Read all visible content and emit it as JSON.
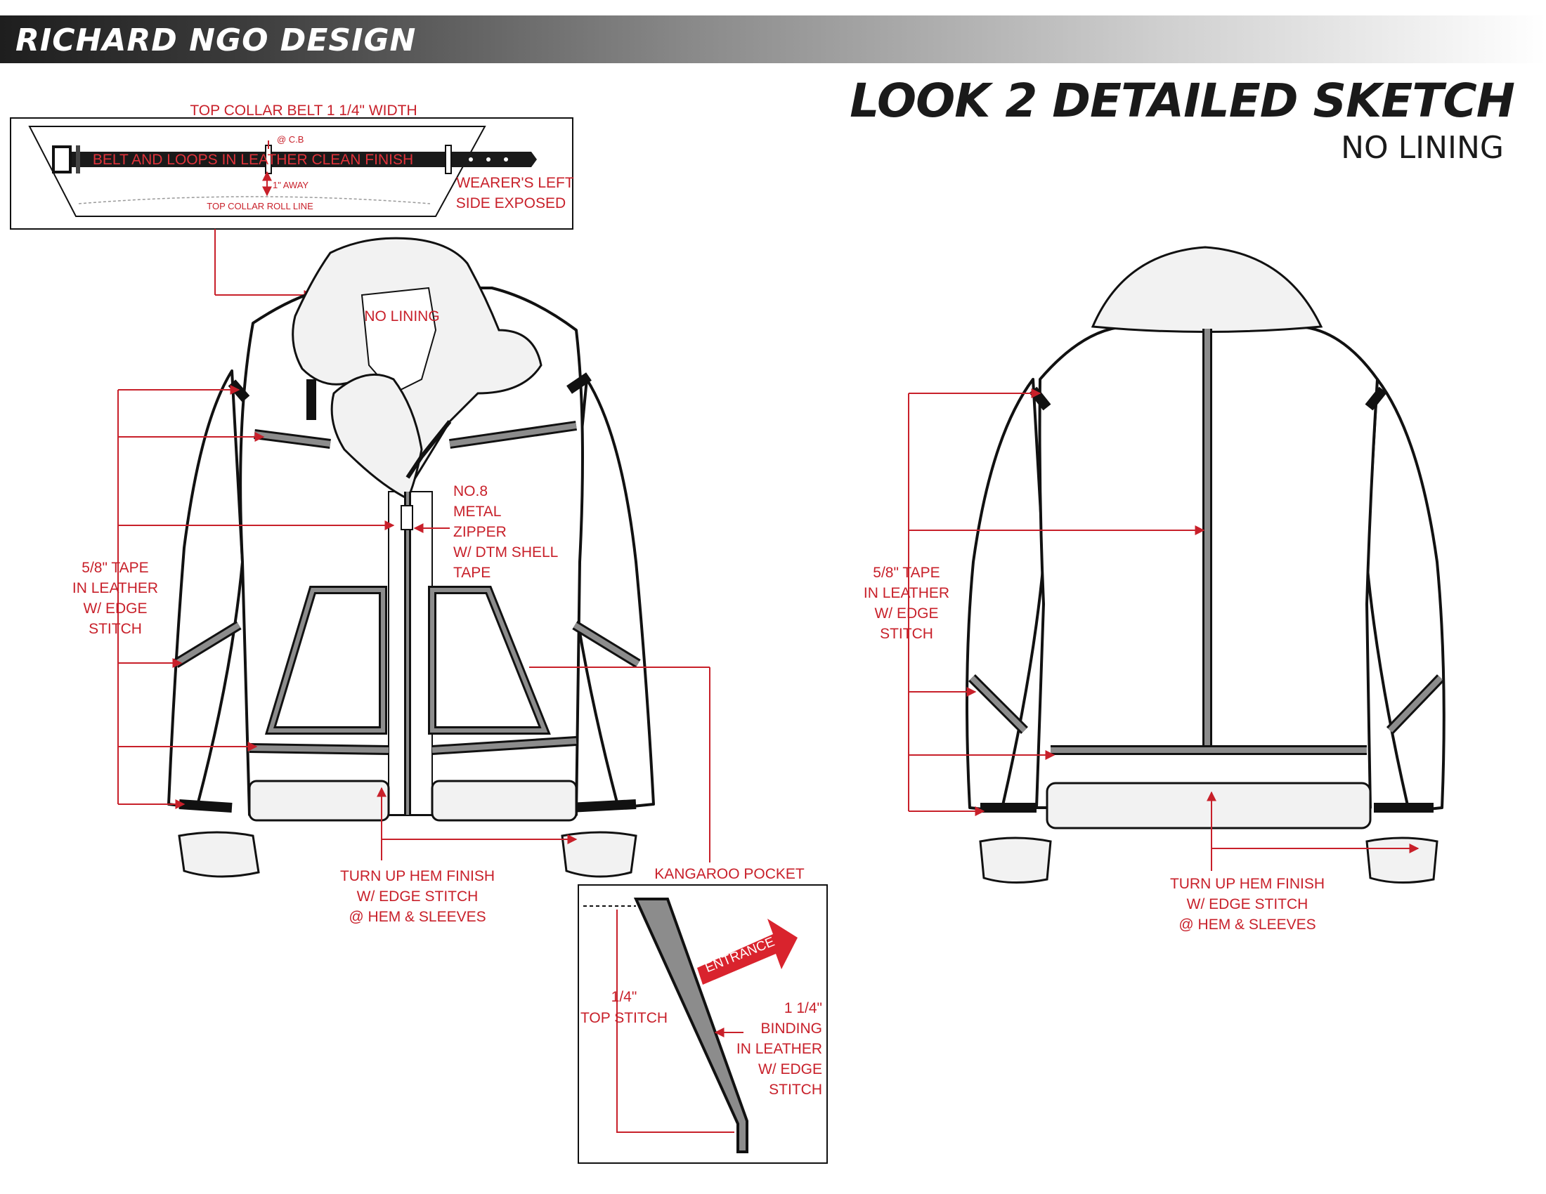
{
  "brand": "RICHARD NGO DESIGN",
  "title": "LOOK 2 DETAILED SKETCH",
  "subtitle": "NO LINING",
  "colors": {
    "annotation": "#c8202a",
    "outline": "#111111",
    "tape": "#8c8c8c"
  },
  "belt_detail": {
    "heading": "TOP COLLAR BELT  1 1/4\" WIDTH",
    "cb_note": "@ C.B",
    "belt_text": "BELT AND LOOPS IN LEATHER CLEAN FINISH",
    "away_note": "1\" AWAY",
    "roll_line": "TOP COLLAR ROLL LINE",
    "side_note": [
      "WEARER'S LEFT",
      "SIDE EXPOSED"
    ]
  },
  "front": {
    "no_lining": "NO LINING",
    "zipper_note": [
      "NO.8",
      "METAL",
      "ZIPPER",
      "W/ DTM SHELL",
      "TAPE"
    ],
    "tape_note": [
      "5/8\" TAPE",
      "IN LEATHER",
      "W/ EDGE",
      "STITCH"
    ],
    "hem_note": [
      "TURN UP HEM FINISH",
      "W/ EDGE STITCH",
      "@ HEM & SLEEVES"
    ]
  },
  "pocket_detail": {
    "heading": "KANGAROO POCKET",
    "entrance": "ENTRANCE",
    "topstitch": [
      "1/4\"",
      "TOP STITCH"
    ],
    "binding": [
      "1 1/4\"",
      "BINDING",
      "IN LEATHER",
      "W/ EDGE",
      "STITCH"
    ]
  },
  "back": {
    "tape_note": [
      "5/8\" TAPE",
      "IN LEATHER",
      "W/ EDGE",
      "STITCH"
    ],
    "hem_note": [
      "TURN UP HEM FINISH",
      "W/ EDGE STITCH",
      "@ HEM & SLEEVES"
    ]
  }
}
